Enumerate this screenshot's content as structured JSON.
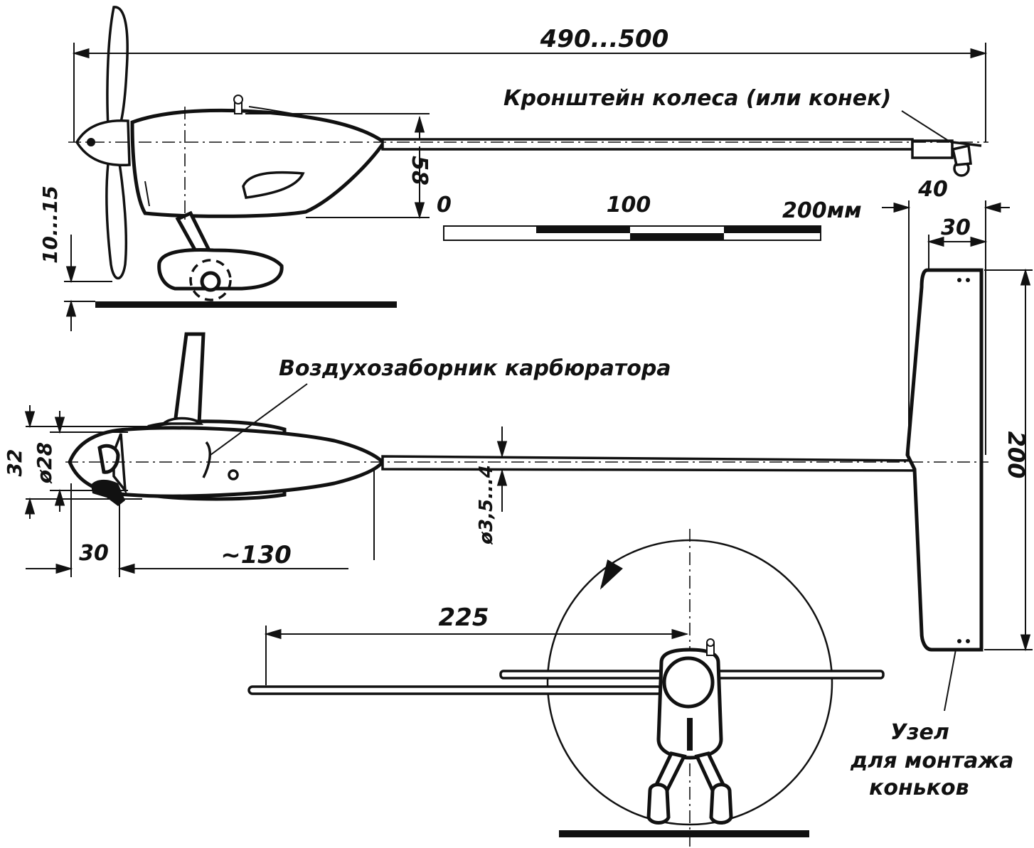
{
  "dimensions": {
    "overall_length": "490...500",
    "fuselage_height": "58",
    "prop_clearance": "10...15",
    "tail_width_outer": "40",
    "tail_width_inner": "30",
    "tail_height": "200",
    "fuselage_dia_32": "32",
    "fuselage_dia_28": "ø28",
    "boom_dia": "ø3,5...4",
    "nose_length": "30",
    "body_length": "~130",
    "span_half": "225"
  },
  "scale_bar": {
    "label_0": "0",
    "label_100": "100",
    "label_200": "200мм"
  },
  "annotations": {
    "wheel_bracket": "Кронштейн колеса (или конек)",
    "carb_intake": "Воздухозаборник карбюратора",
    "skate_mount_line1": "Узел",
    "skate_mount_line2": "для монтажа",
    "skate_mount_line3": "коньков"
  },
  "colors": {
    "ink": "#111111",
    "paper": "#ffffff"
  }
}
